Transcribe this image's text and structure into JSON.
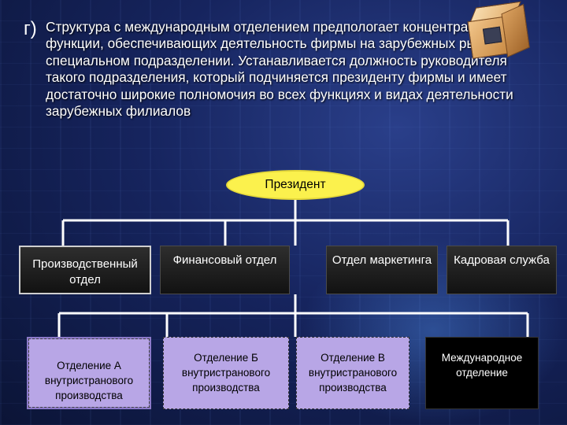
{
  "heading": {
    "letter": "г)",
    "text": "Структура с международным отделением предпологает концентрацию всех функции, обеспечивающих деятельность фирмы на зарубежных рынках, в специальном подразделении. Устанавливается должность руководителя такого подразделения, который подчиняется президенту фирмы и имеет достаточно широкие полномочия во всех функциях и видах деятельности зарубежных филиалов"
  },
  "org": {
    "president": "Президент",
    "departments": [
      "Производственный отдел",
      "Финансовый отдел",
      "Отдел маркетинга",
      "Кадровая служба"
    ],
    "branches": [
      "Отделение А внутристранового производства",
      "Отделение Б внутристранового производства",
      "Отделение В внутристранового производства",
      "Международное отделение"
    ]
  },
  "colors": {
    "president_fill": "#fbf14d",
    "branch_fill": "#b8a6e6",
    "department_fill": "#1e1e1e",
    "connector": "#ffffff"
  }
}
